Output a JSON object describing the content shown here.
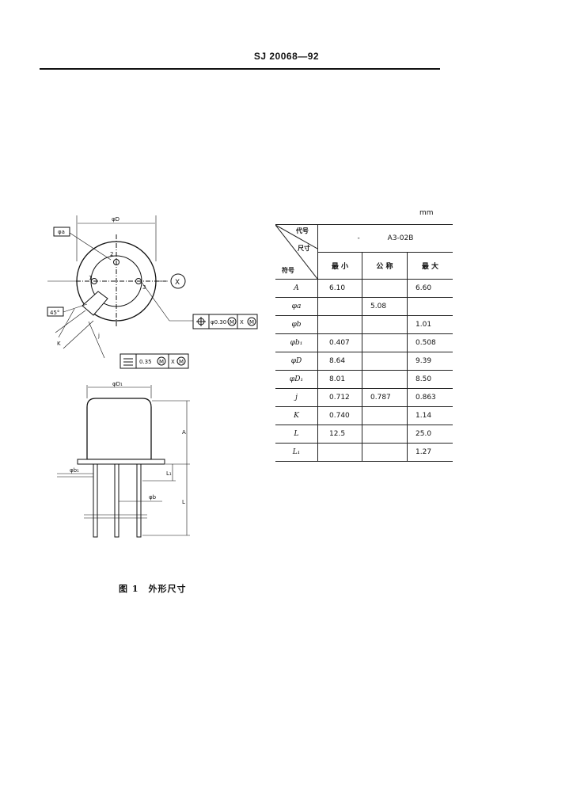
{
  "header": {
    "doc_number": "SJ 20068—92"
  },
  "table": {
    "unit": "mm",
    "corner_top_label": "代号",
    "corner_sub_label": "尺寸",
    "corner_bottom_label": "符号",
    "dash": "-",
    "model": "A3-02B",
    "columns": [
      "最 小",
      "公 称",
      "最 大"
    ],
    "rows": [
      {
        "symbol": "A",
        "min": "6.10",
        "nom": "",
        "max": "6.60"
      },
      {
        "symbol": "φa",
        "min": "",
        "nom": "5.08",
        "max": ""
      },
      {
        "symbol": "φb",
        "min": "",
        "nom": "",
        "max": "1.01"
      },
      {
        "symbol": "φb₁",
        "min": "0.407",
        "nom": "",
        "max": "0.508"
      },
      {
        "symbol": "φD",
        "min": "8.64",
        "nom": "",
        "max": "9.39"
      },
      {
        "symbol": "φD₁",
        "min": "8.01",
        "nom": "",
        "max": "8.50"
      },
      {
        "symbol": "j",
        "min": "0.712",
        "nom": "0.787",
        "max": "0.863"
      },
      {
        "symbol": "K",
        "min": "0.740",
        "nom": "",
        "max": "1.14"
      },
      {
        "symbol": "L",
        "min": "12.5",
        "nom": "",
        "max": "25.0"
      },
      {
        "symbol": "L₁",
        "min": "",
        "nom": "",
        "max": "1.27"
      }
    ]
  },
  "drawing": {
    "phi_d": "φD",
    "phi_a": "φa",
    "datum_x": "X",
    "angle": "45°",
    "k": "K",
    "j": "j",
    "pin_1": "1",
    "pin_2": "2",
    "pin_3": "3",
    "tol_position": "φ0.30",
    "tol_m": "M",
    "tol_x": "X",
    "tol_flat": "0.35",
    "phi_d1": "φD₁",
    "a": "A",
    "phi_b": "φb",
    "phi_b1": "φb₁",
    "l": "L",
    "l1": "L₁"
  },
  "caption": {
    "text": "图 1　外形尺寸"
  }
}
